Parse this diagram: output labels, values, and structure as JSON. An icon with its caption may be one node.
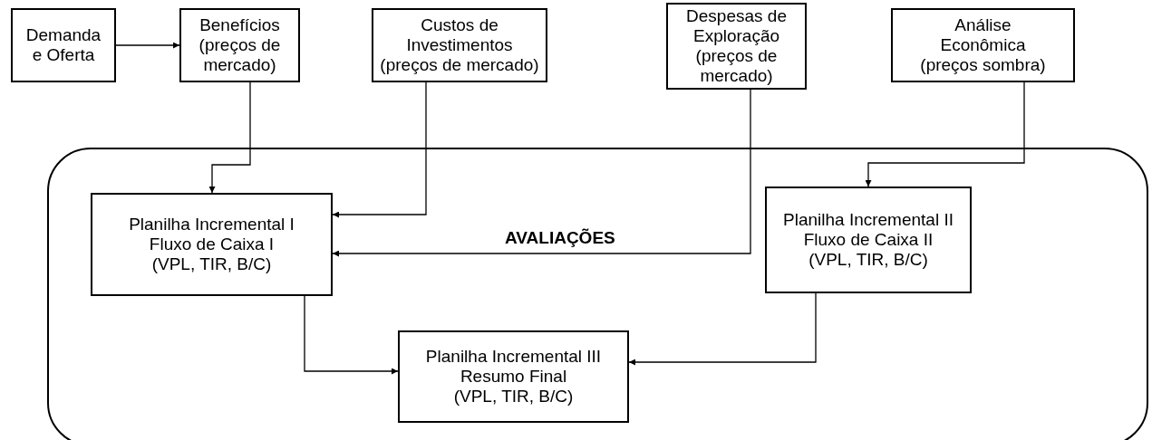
{
  "diagram": {
    "nodes": [
      {
        "text": [
          "Demanda e Oferta"
        ]
      },
      {
        "text": [
          "Benefícios",
          "(preços de mercado)"
        ]
      },
      {
        "text": [
          "Custos de Investimentos",
          "(preços de mercado)"
        ]
      },
      {
        "text": [
          "Despesas de Exploração",
          "(preços de mercado)"
        ]
      },
      {
        "text": [
          "Análise Econômica",
          "(preços sombra)"
        ]
      },
      {
        "text": [
          "AVALIAÇÕES"
        ]
      },
      {
        "text": [
          "Planilha Incremental I",
          "Fluxo de Caixa I",
          "(VPL, TIR, B/C)"
        ],
        "in": 5
      },
      {
        "text": [
          "Planilha Incremental II",
          "Fluxo de Caixa II",
          "(VPL, TIR, B/C)"
        ],
        "in": 5
      },
      {
        "text": [
          "Planilha Incremental III",
          "Resumo Final",
          "(VPL, TIR, B/C)"
        ],
        "in": 5
      }
    ],
    "edges": [
      {
        "from": 0,
        "to": 1,
        "arrow": "to"
      },
      {
        "from": 1,
        "to": 6,
        "arrow": "to"
      },
      {
        "from": 2,
        "to": 6,
        "arrow": "to"
      },
      {
        "from": 3,
        "to": 6,
        "arrow": "to"
      },
      {
        "from": 4,
        "to": 7,
        "arrow": "to"
      },
      {
        "from": 6,
        "to": 8,
        "arrow": "to"
      },
      {
        "from": 7,
        "to": 8,
        "arrow": "to"
      }
    ]
  }
}
